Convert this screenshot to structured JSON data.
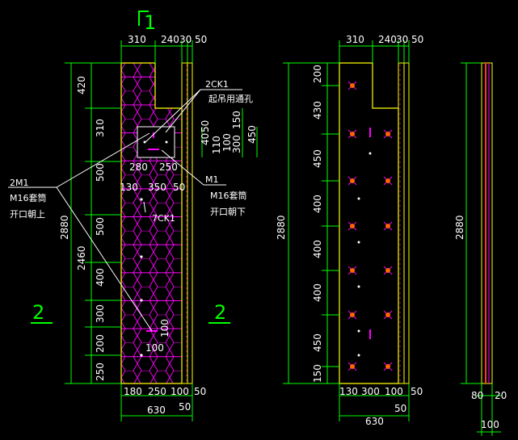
{
  "section_marks": {
    "top": "1",
    "left": "2",
    "right": "2"
  },
  "view1": {
    "top_dims": [
      "310",
      "240",
      "30",
      "50"
    ],
    "left_dims": [
      "420",
      "310",
      "500",
      "500",
      "400",
      "300",
      "200",
      "250"
    ],
    "overall_left": [
      "2880",
      "2460"
    ],
    "bottom_dims": [
      "180",
      "250",
      "100",
      "50"
    ],
    "bottom_total": "630",
    "bottom_extra": "50",
    "pocket_dims": [
      "280",
      "250"
    ],
    "pocket_right_dims": [
      "40",
      "50",
      "110",
      "100",
      "150",
      "300",
      "450"
    ],
    "row_dims": [
      "130",
      "350",
      "50"
    ],
    "small_dims": [
      "100",
      "100"
    ],
    "labels": {
      "ck2": "2CK1",
      "ck2_desc": "起吊用通孔",
      "m1": "M1",
      "m1_desc1": "M16套筒",
      "m1_desc2": "开口朝下",
      "m2": "2M1",
      "m2_desc1": "M16套筒",
      "m2_desc2": "开口朝上",
      "ck7": "7CK1"
    }
  },
  "view2": {
    "top_dims": [
      "310",
      "240",
      "30",
      "50"
    ],
    "left_dims": [
      "200",
      "430",
      "450",
      "400",
      "400",
      "400",
      "450",
      "150"
    ],
    "overall_left": "2880",
    "bottom_dims": [
      "130",
      "300",
      "100",
      "50"
    ],
    "bottom_total": "630",
    "bottom_extra": "50"
  },
  "view3": {
    "overall_left": "2880",
    "bottom_dims": [
      "80",
      "20"
    ],
    "bottom_total": "100"
  },
  "colors": {
    "background": "#000000",
    "dimension": "#00ff00",
    "outline": "#ffff00",
    "hex_pattern": "#ff00ff",
    "leader": "#ffffff",
    "marker": "#ff6600"
  }
}
